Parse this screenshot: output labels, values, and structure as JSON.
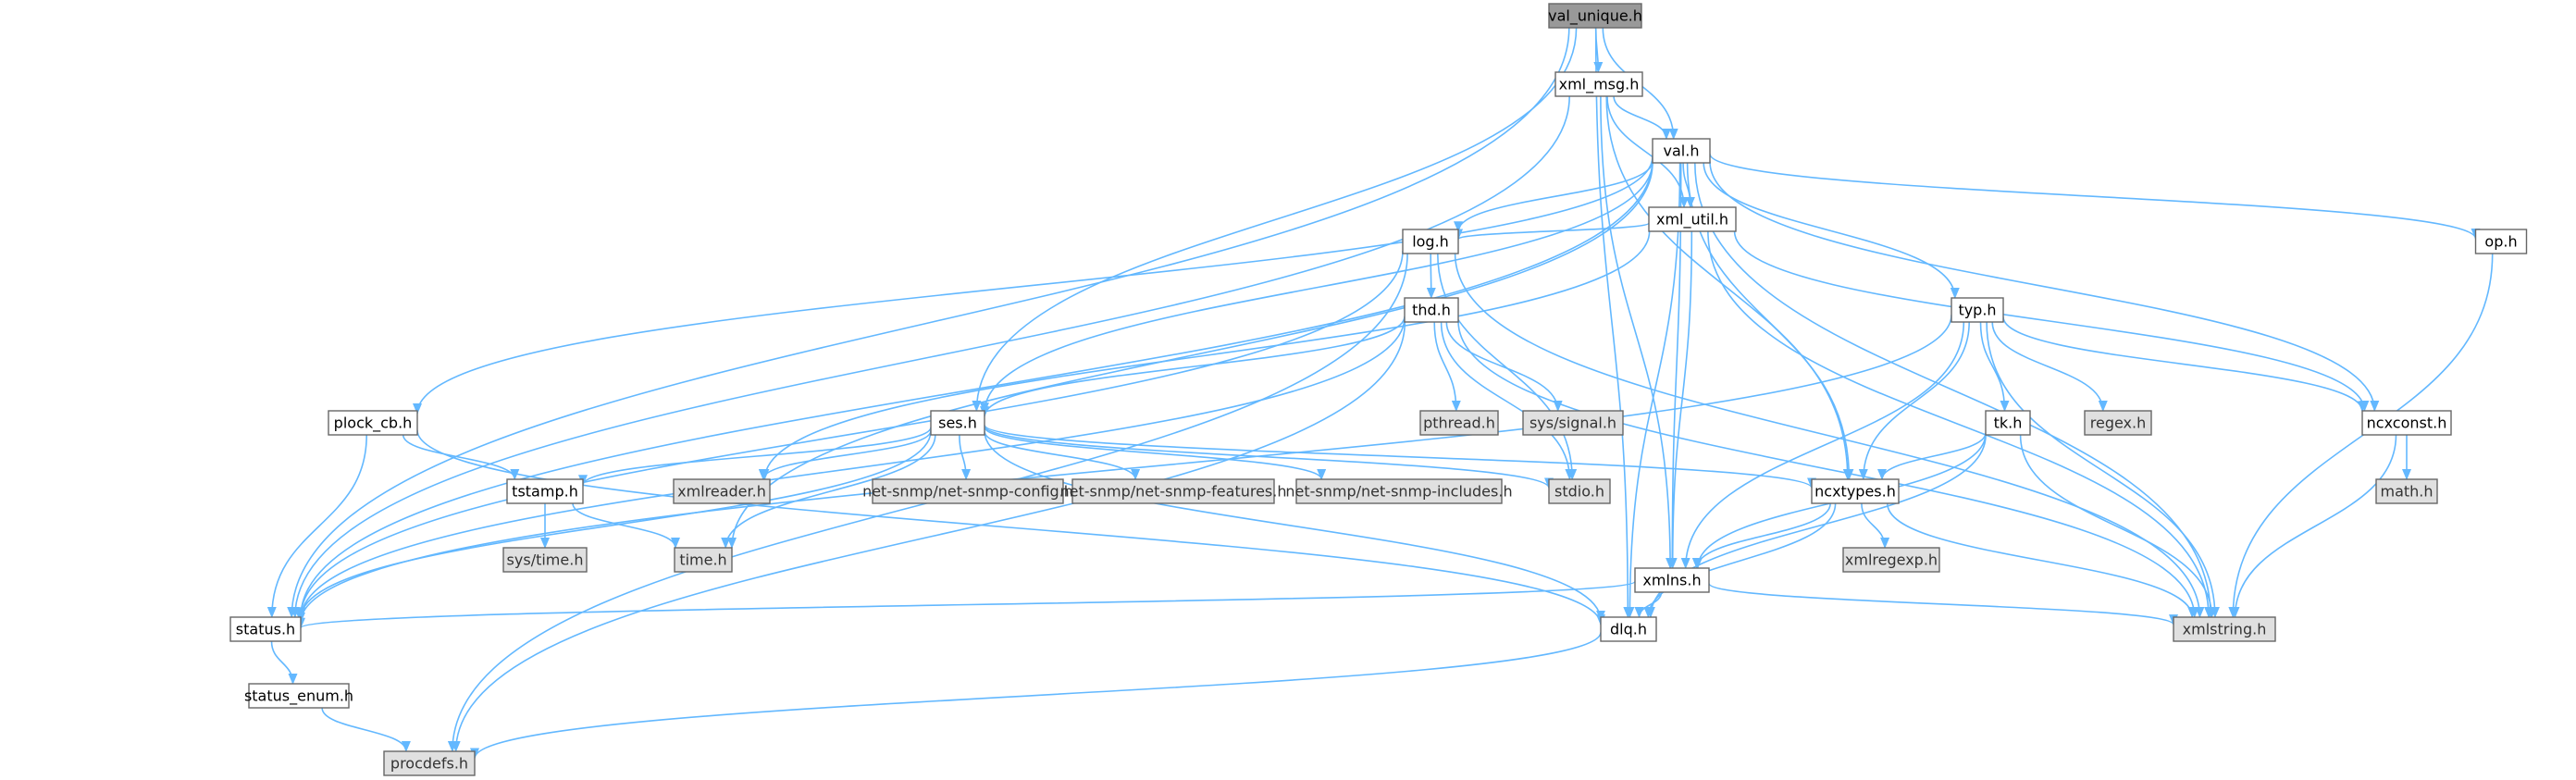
{
  "colors": {
    "edge": "#63b8ff",
    "root_fill": "#999999",
    "node_fill": "#ffffff",
    "system_fill": "#e0e0e0",
    "border": "#666666"
  },
  "nodes": [
    {
      "id": "val_unique",
      "label": "val_unique.h",
      "kind": "root"
    },
    {
      "id": "xml_msg",
      "label": "xml_msg.h",
      "kind": "local"
    },
    {
      "id": "val",
      "label": "val.h",
      "kind": "local"
    },
    {
      "id": "xml_util",
      "label": "xml_util.h",
      "kind": "local"
    },
    {
      "id": "op",
      "label": "op.h",
      "kind": "local"
    },
    {
      "id": "log",
      "label": "log.h",
      "kind": "local"
    },
    {
      "id": "thd",
      "label": "thd.h",
      "kind": "local"
    },
    {
      "id": "typ",
      "label": "typ.h",
      "kind": "local"
    },
    {
      "id": "pthread",
      "label": "pthread.h",
      "kind": "system"
    },
    {
      "id": "signal",
      "label": "sys/signal.h",
      "kind": "system"
    },
    {
      "id": "regex",
      "label": "regex.h",
      "kind": "system"
    },
    {
      "id": "plock_cb",
      "label": "plock_cb.h",
      "kind": "local"
    },
    {
      "id": "ses",
      "label": "ses.h",
      "kind": "local"
    },
    {
      "id": "tk",
      "label": "tk.h",
      "kind": "local"
    },
    {
      "id": "ncxconst",
      "label": "ncxconst.h",
      "kind": "local"
    },
    {
      "id": "tstamp",
      "label": "tstamp.h",
      "kind": "local"
    },
    {
      "id": "xmlreader",
      "label": "xmlreader.h",
      "kind": "system"
    },
    {
      "id": "netcfg",
      "label": "net-snmp/net-snmp-config.h",
      "kind": "system"
    },
    {
      "id": "netfeat",
      "label": "net-snmp/net-snmp-features.h",
      "kind": "system"
    },
    {
      "id": "netinc",
      "label": "net-snmp/net-snmp-includes.h",
      "kind": "system"
    },
    {
      "id": "stdio",
      "label": "stdio.h",
      "kind": "system"
    },
    {
      "id": "ncxtypes",
      "label": "ncxtypes.h",
      "kind": "local"
    },
    {
      "id": "math",
      "label": "math.h",
      "kind": "system"
    },
    {
      "id": "systime",
      "label": "sys/time.h",
      "kind": "system"
    },
    {
      "id": "time",
      "label": "time.h",
      "kind": "system"
    },
    {
      "id": "xmlregexp",
      "label": "xmlregexp.h",
      "kind": "system"
    },
    {
      "id": "xmlns",
      "label": "xmlns.h",
      "kind": "local"
    },
    {
      "id": "status",
      "label": "status.h",
      "kind": "local"
    },
    {
      "id": "dlq",
      "label": "dlq.h",
      "kind": "local"
    },
    {
      "id": "xmlstring",
      "label": "xmlstring.h",
      "kind": "system"
    },
    {
      "id": "status_enum",
      "label": "status_enum.h",
      "kind": "local"
    },
    {
      "id": "procdefs",
      "label": "procdefs.h",
      "kind": "system"
    }
  ],
  "edges": [
    [
      "val_unique",
      "xml_msg"
    ],
    [
      "val_unique",
      "val"
    ],
    [
      "val_unique",
      "ses"
    ],
    [
      "val_unique",
      "status"
    ],
    [
      "val_unique",
      "dlq"
    ],
    [
      "xml_msg",
      "val"
    ],
    [
      "xml_msg",
      "xml_util"
    ],
    [
      "xml_msg",
      "ncxtypes"
    ],
    [
      "xml_msg",
      "xmlns"
    ],
    [
      "xml_msg",
      "status"
    ],
    [
      "val",
      "xml_util"
    ],
    [
      "val",
      "op"
    ],
    [
      "val",
      "log"
    ],
    [
      "val",
      "typ"
    ],
    [
      "val",
      "plock_cb"
    ],
    [
      "val",
      "ses"
    ],
    [
      "val",
      "ncxconst"
    ],
    [
      "val",
      "ncxtypes"
    ],
    [
      "val",
      "xmlns"
    ],
    [
      "val",
      "status"
    ],
    [
      "val",
      "time"
    ],
    [
      "val",
      "dlq"
    ],
    [
      "val",
      "xmlstring"
    ],
    [
      "xml_util",
      "log"
    ],
    [
      "xml_util",
      "xmlreader"
    ],
    [
      "xml_util",
      "ncxconst"
    ],
    [
      "xml_util",
      "xmlns"
    ],
    [
      "xml_util",
      "xmlstring"
    ],
    [
      "op",
      "xmlstring"
    ],
    [
      "log",
      "thd"
    ],
    [
      "log",
      "stdio"
    ],
    [
      "log",
      "status"
    ],
    [
      "log",
      "procdefs"
    ],
    [
      "log",
      "xmlstring"
    ],
    [
      "thd",
      "pthread"
    ],
    [
      "thd",
      "signal"
    ],
    [
      "thd",
      "ses"
    ],
    [
      "thd",
      "stdio"
    ],
    [
      "thd",
      "status"
    ],
    [
      "thd",
      "procdefs"
    ],
    [
      "thd",
      "xmlstring"
    ],
    [
      "typ",
      "regex"
    ],
    [
      "typ",
      "tk"
    ],
    [
      "typ",
      "ncxconst"
    ],
    [
      "typ",
      "ncxtypes"
    ],
    [
      "typ",
      "xmlns"
    ],
    [
      "typ",
      "status"
    ],
    [
      "typ",
      "xmlstring"
    ],
    [
      "plock_cb",
      "tstamp"
    ],
    [
      "plock_cb",
      "status"
    ],
    [
      "plock_cb",
      "dlq"
    ],
    [
      "ses",
      "tstamp"
    ],
    [
      "ses",
      "xmlreader"
    ],
    [
      "ses",
      "netcfg"
    ],
    [
      "ses",
      "netfeat"
    ],
    [
      "ses",
      "netinc"
    ],
    [
      "ses",
      "stdio"
    ],
    [
      "ses",
      "ncxtypes"
    ],
    [
      "ses",
      "time"
    ],
    [
      "ses",
      "status"
    ],
    [
      "ses",
      "dlq"
    ],
    [
      "tk",
      "ncxtypes"
    ],
    [
      "tk",
      "xmlns"
    ],
    [
      "tk",
      "dlq"
    ],
    [
      "tk",
      "xmlstring"
    ],
    [
      "ncxconst",
      "math"
    ],
    [
      "ncxconst",
      "xmlstring"
    ],
    [
      "tstamp",
      "systime"
    ],
    [
      "tstamp",
      "time"
    ],
    [
      "ncxtypes",
      "xmlregexp"
    ],
    [
      "ncxtypes",
      "xmlns"
    ],
    [
      "ncxtypes",
      "dlq"
    ],
    [
      "ncxtypes",
      "xmlstring"
    ],
    [
      "xmlns",
      "status"
    ],
    [
      "xmlns",
      "dlq"
    ],
    [
      "xmlns",
      "xmlstring"
    ],
    [
      "status",
      "status_enum"
    ],
    [
      "dlq",
      "procdefs"
    ],
    [
      "status_enum",
      "procdefs"
    ]
  ]
}
